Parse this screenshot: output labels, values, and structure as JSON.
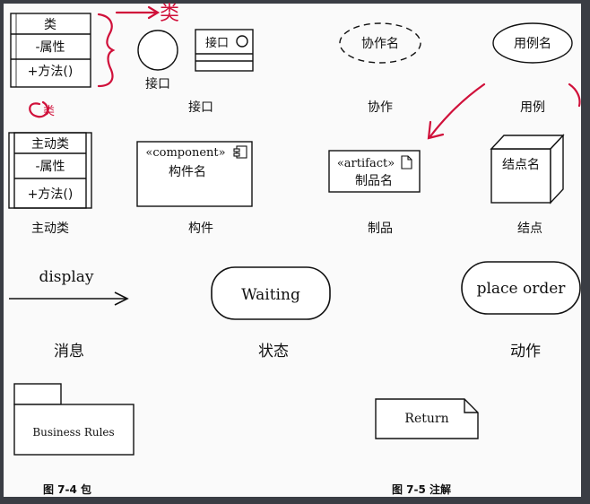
{
  "annotations": {
    "top_handwriting": "类",
    "left_handwriting": "类"
  },
  "class_box": {
    "name": "类",
    "attribute": "-属性",
    "method": "+方法()"
  },
  "interface": {
    "caption": "接口",
    "box_name": "接口",
    "label": "接口"
  },
  "collaboration": {
    "name": "协作名",
    "label": "协作"
  },
  "use_case": {
    "name": "用例名",
    "label": "用例"
  },
  "active_class": {
    "name": "主动类",
    "attribute": "-属性",
    "method": "+方法()",
    "label": "主动类"
  },
  "component": {
    "stereotype": "«component»",
    "name": "构件名",
    "label": "构件"
  },
  "artifact": {
    "stereotype": "«artifact»",
    "name": "制品名",
    "label": "制品"
  },
  "node": {
    "name": "结点名",
    "label": "结点"
  },
  "message": {
    "text": "display",
    "label": "消息"
  },
  "state": {
    "name": "Waiting",
    "label": "状态"
  },
  "action": {
    "name": "place order",
    "label": "动作"
  },
  "package": {
    "name": "Business Rules"
  },
  "note": {
    "text": "Return"
  },
  "captions": {
    "fig4": "图 7-4 包",
    "fig5": "图 7-5 注解"
  },
  "colors": {
    "ink": "#111111",
    "annotation": "#d0103a",
    "frame": "#fafafa",
    "backdrop": "#3a3d44"
  }
}
